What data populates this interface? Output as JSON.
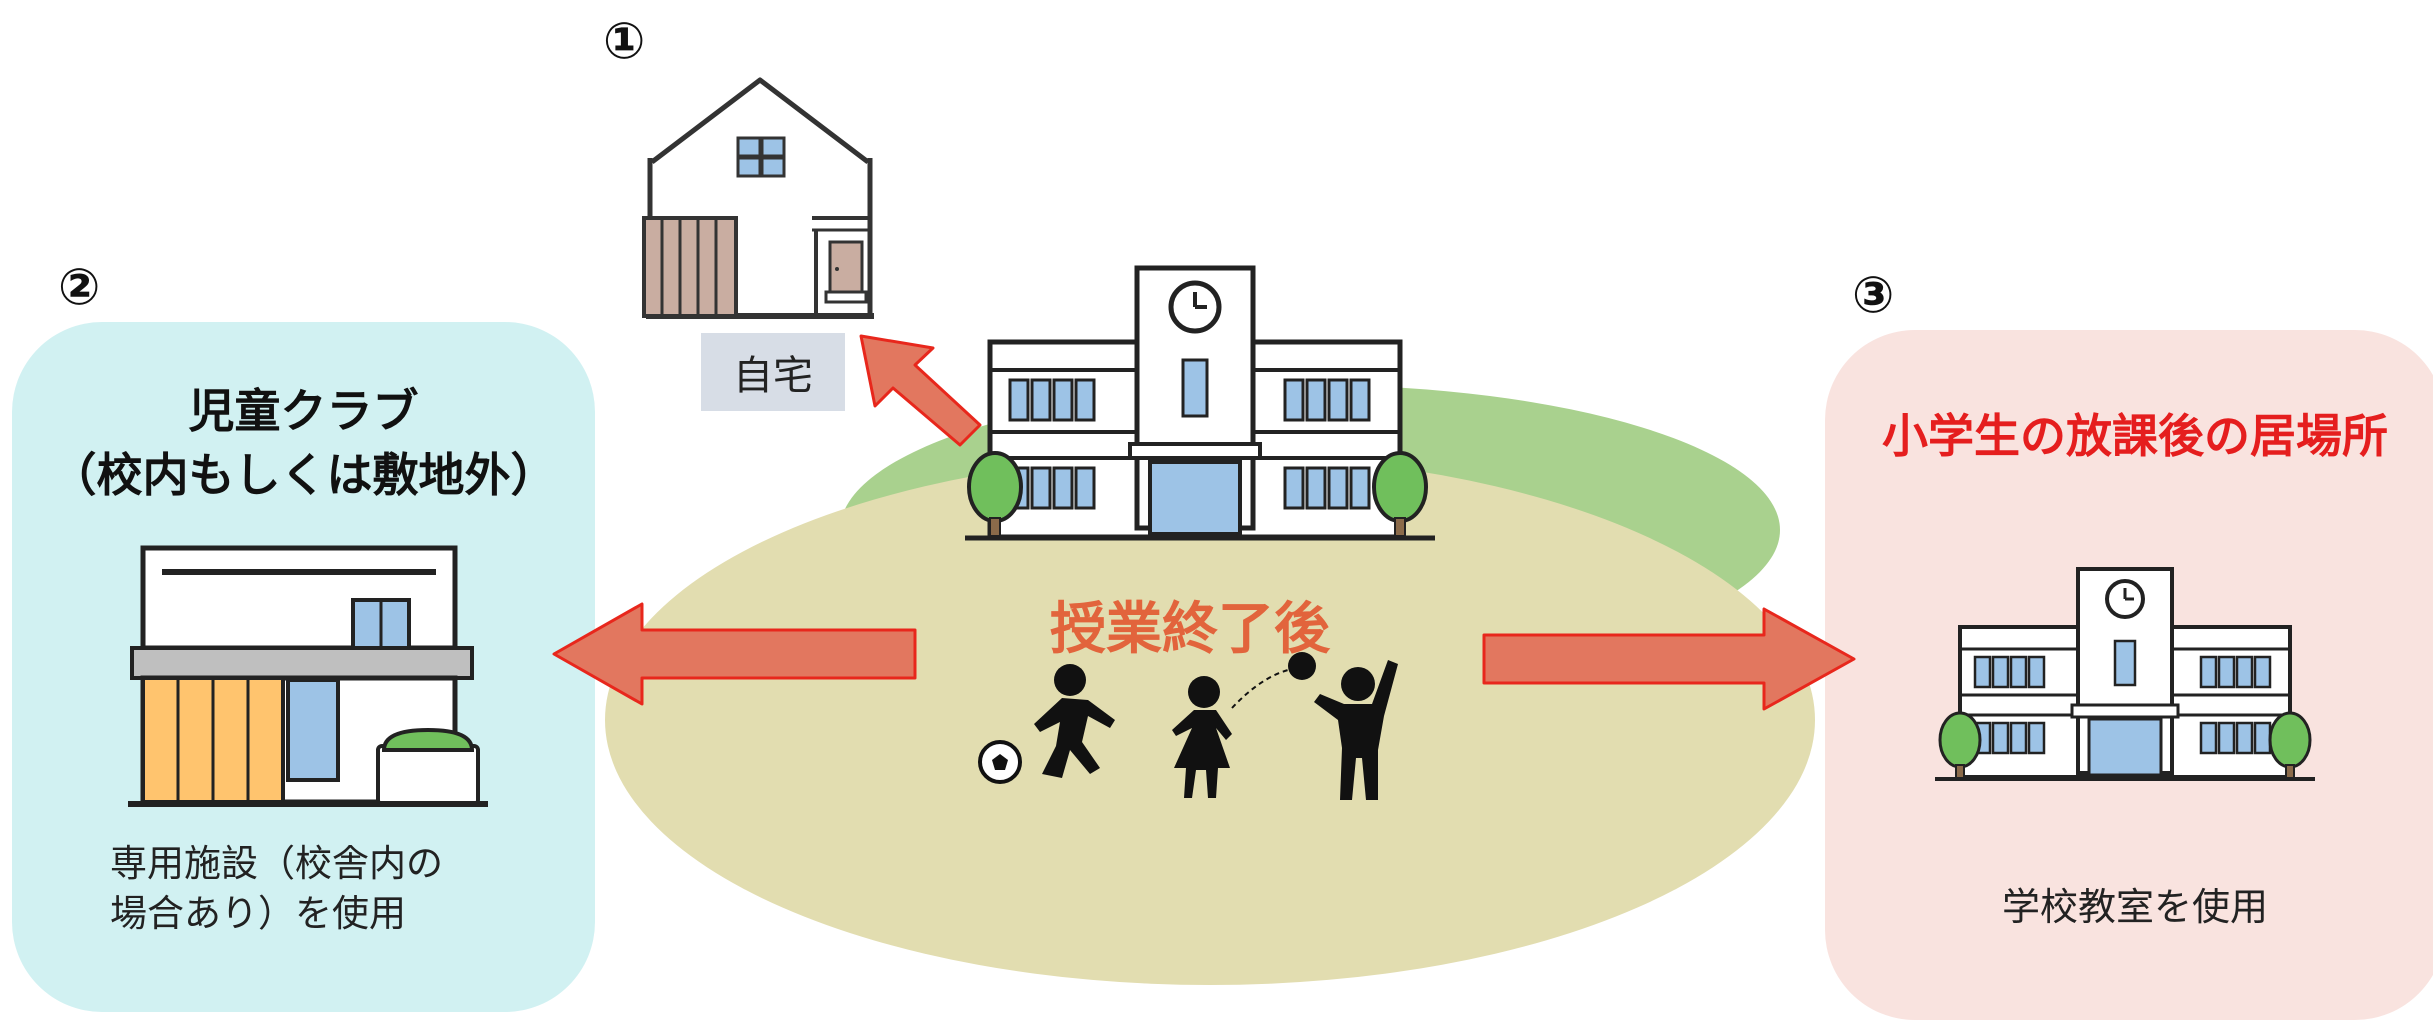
{
  "markers": {
    "home": "①",
    "club": "②",
    "school": "③"
  },
  "home": {
    "label": "自宅"
  },
  "center": {
    "label": "授業終了後"
  },
  "club": {
    "title_line1": "児童クラブ",
    "title_line2": "（校内もしくは敷地外）",
    "desc_line1": "専用施設（校舎内の",
    "desc_line2": "場合あり）を使用"
  },
  "school": {
    "title": "小学生の放課後の居場所",
    "desc": "学校教室を使用"
  },
  "colors": {
    "arrow_fill": "#e2775f",
    "arrow_stroke": "#e8271c",
    "club_panel": "#d1f1f2",
    "school_panel": "#f9e3df",
    "ground": "#e2ddb0",
    "hill": "#a9d18e",
    "title_red": "#e51e1e",
    "center_text": "#e2643c"
  }
}
